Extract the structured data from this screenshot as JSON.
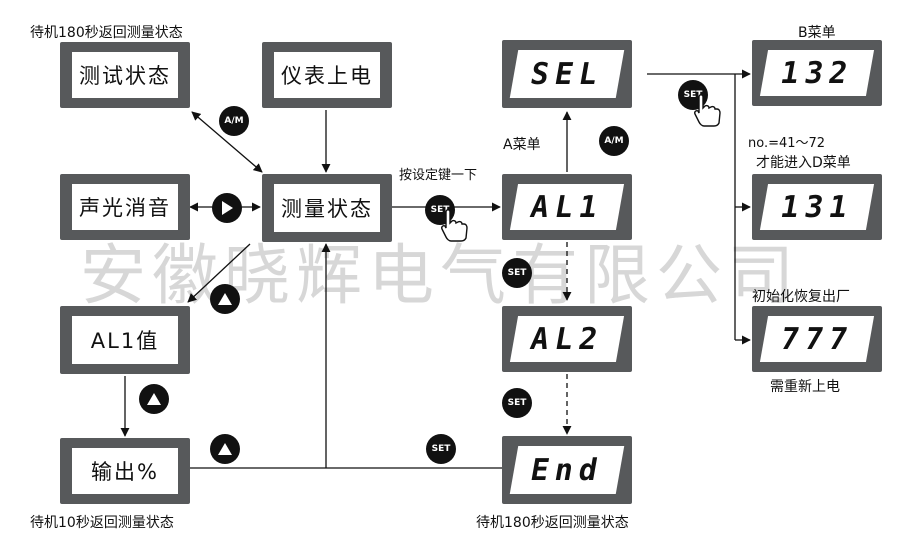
{
  "watermark": "安徽晓辉电气有限公司",
  "labels": {
    "standby_top": "待机180秒返回测量状态",
    "standby_bottom_left": "待机10秒返回测量状态",
    "standby_bottom_right": "待机180秒返回测量状态",
    "press_set_once": "按设定键一下",
    "a_menu": "A菜单",
    "b_menu": "B菜单",
    "no_range": "no.=41～72",
    "d_menu_hint": "才能进入D菜单",
    "factory_reset": "初始化恢复出厂",
    "need_repower": "需重新上电"
  },
  "boxes": {
    "test_state": "测试状态",
    "power_on": "仪表上电",
    "mute": "声光消音",
    "measure_state": "测量状态",
    "al1_value": "AL1值",
    "output_pct": "输出%",
    "sel": "SEL",
    "al1": "AL1",
    "al2": "AL2",
    "end": "End",
    "d132": "132",
    "d131": "131",
    "d777": "777"
  },
  "buttons": {
    "am": "A/M",
    "set": "SET"
  },
  "icons": [
    "am-button-icon",
    "play-button-icon",
    "up-triangle-icon",
    "set-button-icon",
    "hand-pointer-icon"
  ]
}
